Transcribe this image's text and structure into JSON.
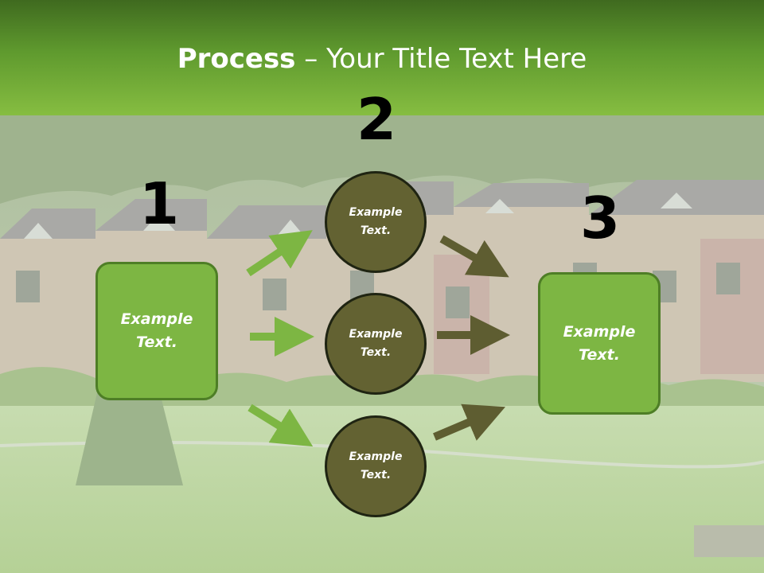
{
  "header": {
    "title_bold": "Process",
    "title_rest": " – Your Title Text Here"
  },
  "steps": {
    "step1_number": "1",
    "step2_number": "2",
    "step3_number": "3"
  },
  "nodes": {
    "left_box": "Example Text.",
    "circle_top": "Example Text.",
    "circle_middle": "Example Text.",
    "circle_bottom": "Example Text.",
    "right_box": "Example Text."
  },
  "colors": {
    "header_green": "#86bd41",
    "box_green": "#7db643",
    "circle_olive": "#636232",
    "arrow_light": "#7db643",
    "arrow_dark": "#5e5d31"
  }
}
